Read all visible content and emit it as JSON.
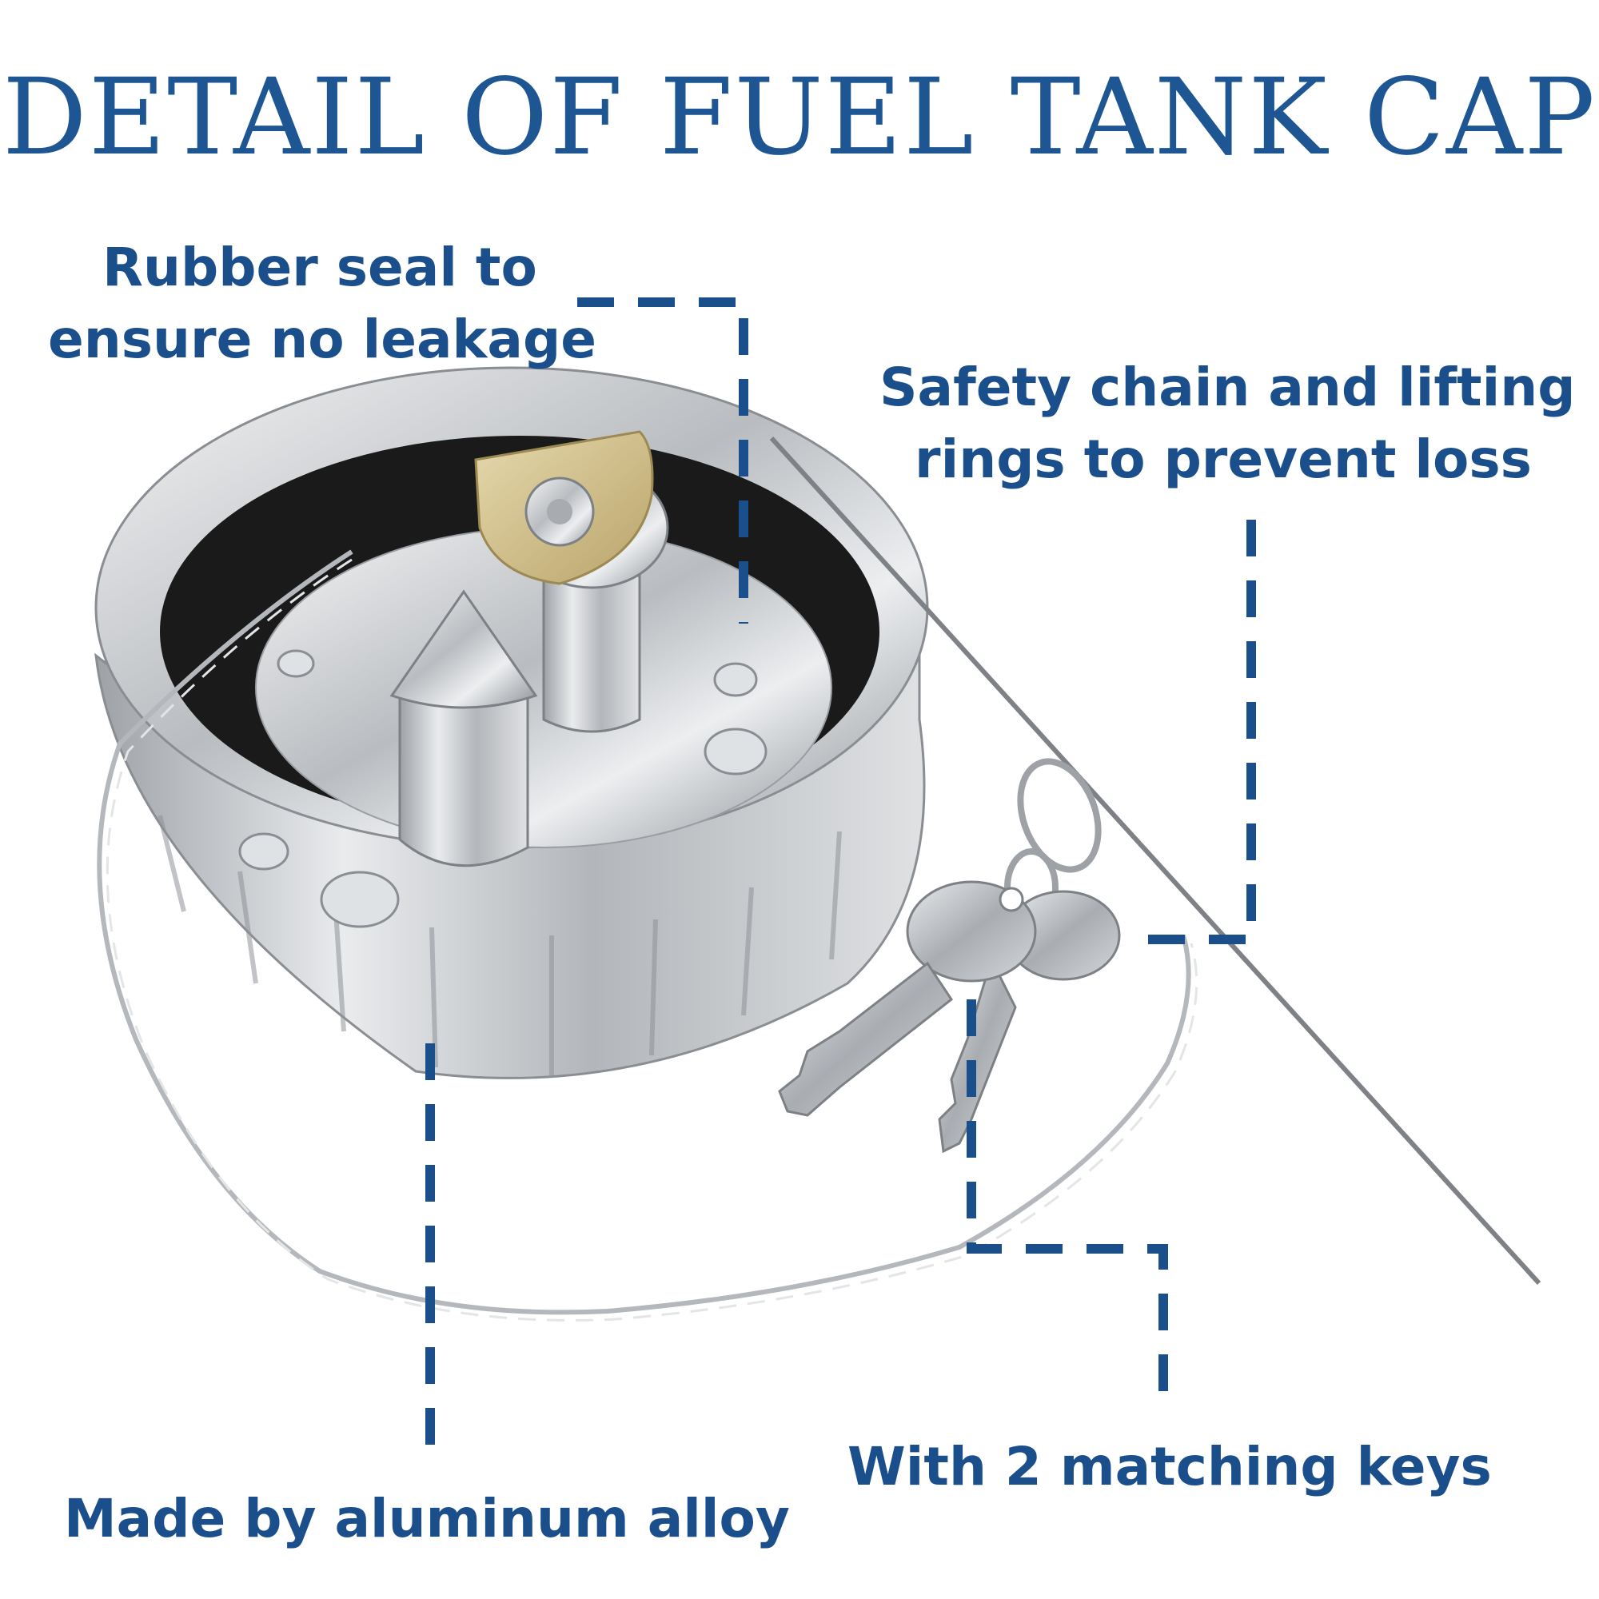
{
  "title": "DETAIL OF FUEL TANK CAP",
  "callouts": {
    "seal": {
      "line1": "Rubber seal to",
      "line2": "ensure no leakage"
    },
    "chain": {
      "line1": "Safety chain and lifting",
      "line2": "rings to prevent loss"
    },
    "alloy": {
      "line1": "Made by aluminum alloy"
    },
    "keys": {
      "line1": "With 2 matching keys"
    }
  },
  "colors": {
    "title": "#1e5693",
    "callout_text": "#1b4f8b",
    "leader": "#1b4f8b",
    "chrome": "#c9ccd0",
    "seal": "#1a1a1a",
    "brass": "#d7c58f"
  }
}
